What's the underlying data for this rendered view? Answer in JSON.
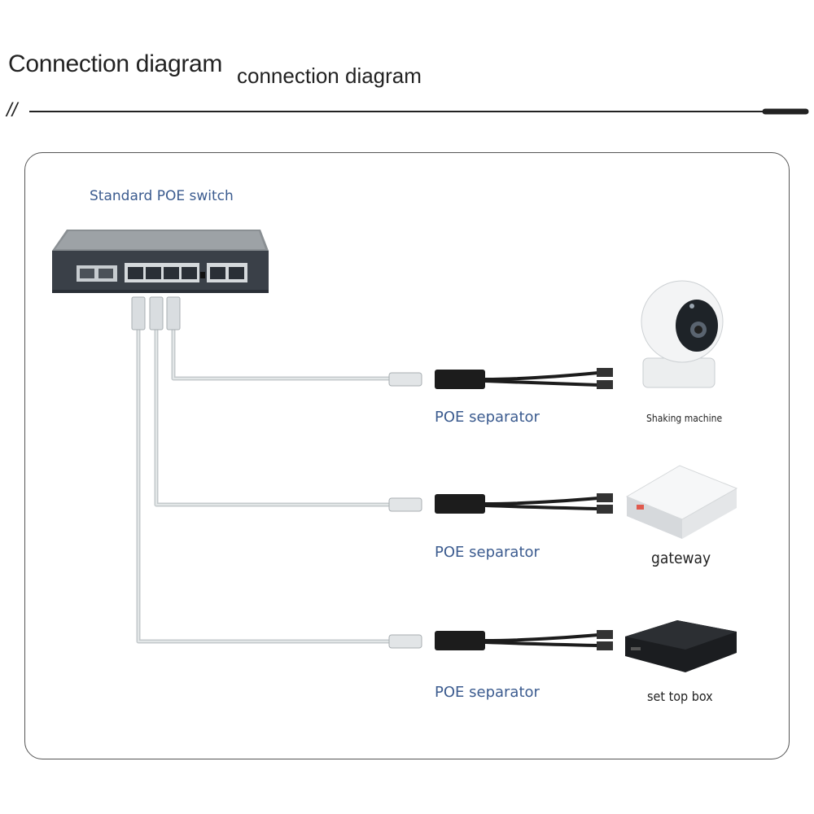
{
  "header": {
    "title": "Connection diagram",
    "subtitle": "connection diagram",
    "slashes": "//"
  },
  "switch": {
    "label": "Standard POE switch"
  },
  "rows": [
    {
      "separator_label": "POE separator",
      "device_label": "Shaking machine",
      "device_icon": "ptz-camera-icon"
    },
    {
      "separator_label": "POE separator",
      "device_label": "gateway",
      "device_icon": "gateway-icon"
    },
    {
      "separator_label": "POE separator",
      "device_label": "set top box",
      "device_icon": "set-top-box-icon"
    }
  ]
}
